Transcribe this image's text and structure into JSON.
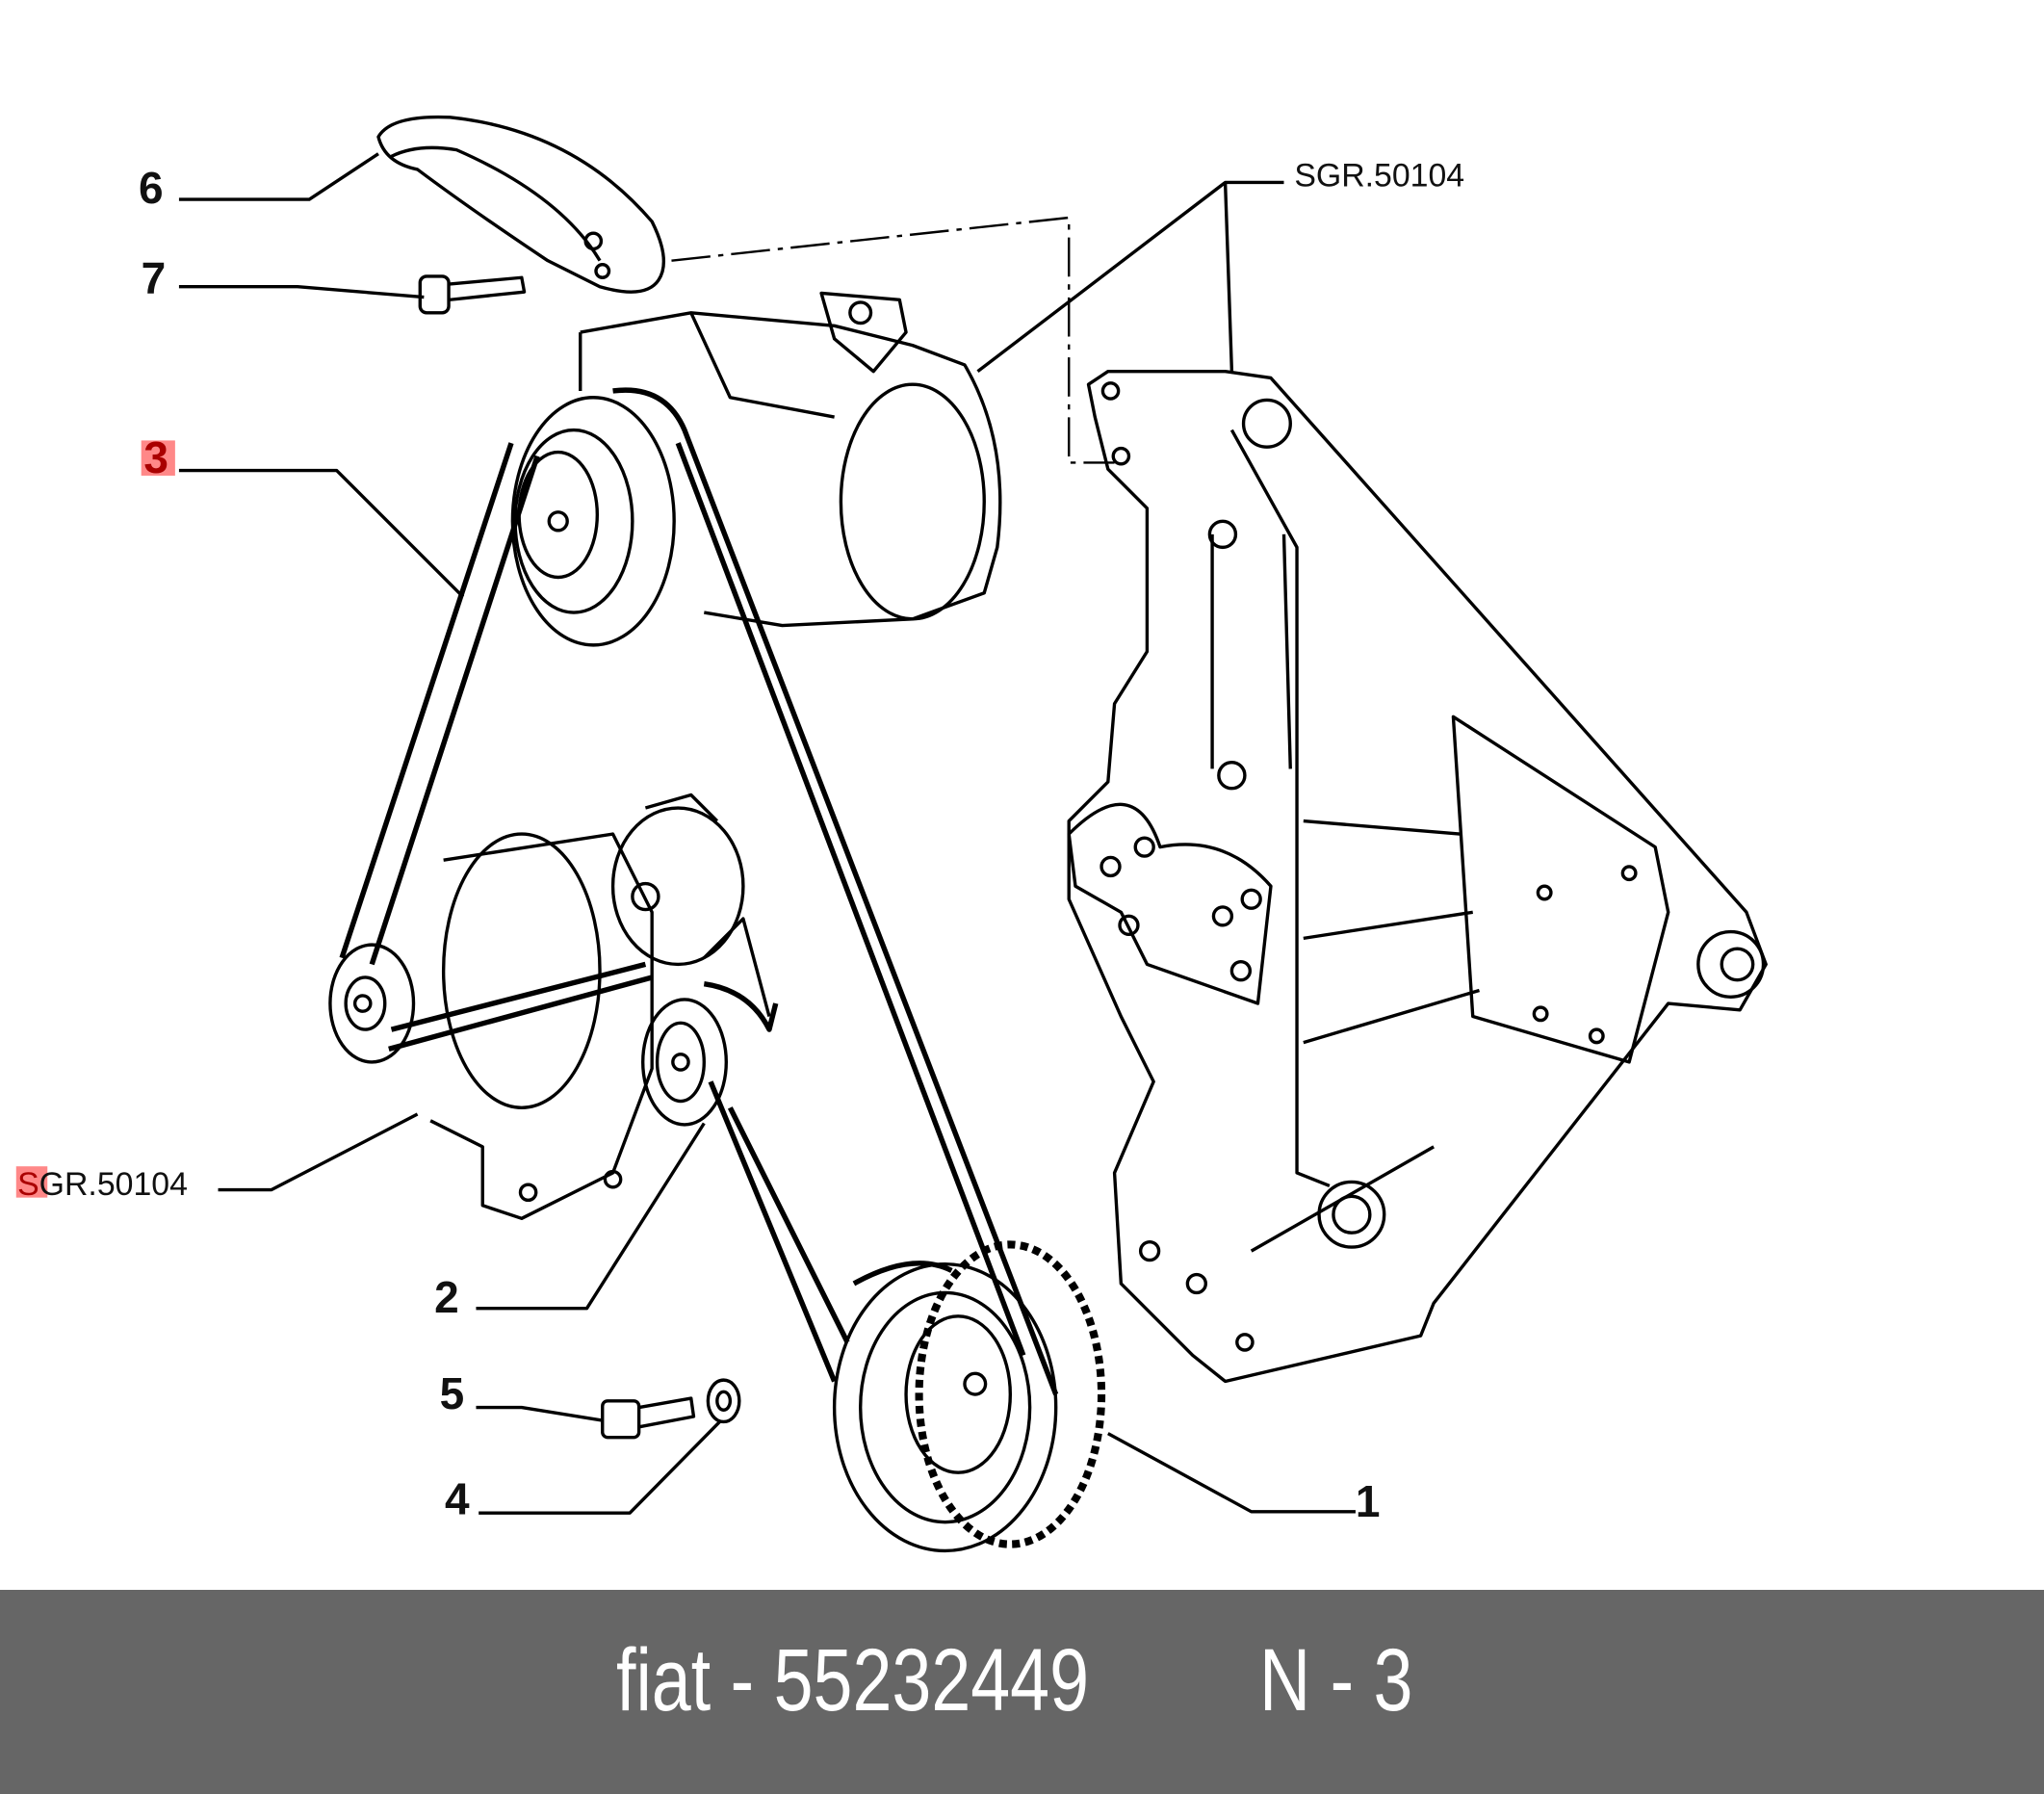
{
  "diagram": {
    "callouts": [
      "1",
      "2",
      "3",
      "4",
      "5",
      "6",
      "7"
    ],
    "highlighted_callout": "3",
    "references": {
      "top_right": "SGR.50104",
      "left_first_letter": "S",
      "left_rest": "GR.50104"
    }
  },
  "footer": {
    "part_text": "fiat - 55232449",
    "position_text": "N - 3"
  },
  "colors": {
    "highlight": "#ff8888",
    "footer_bg": "#666666"
  }
}
